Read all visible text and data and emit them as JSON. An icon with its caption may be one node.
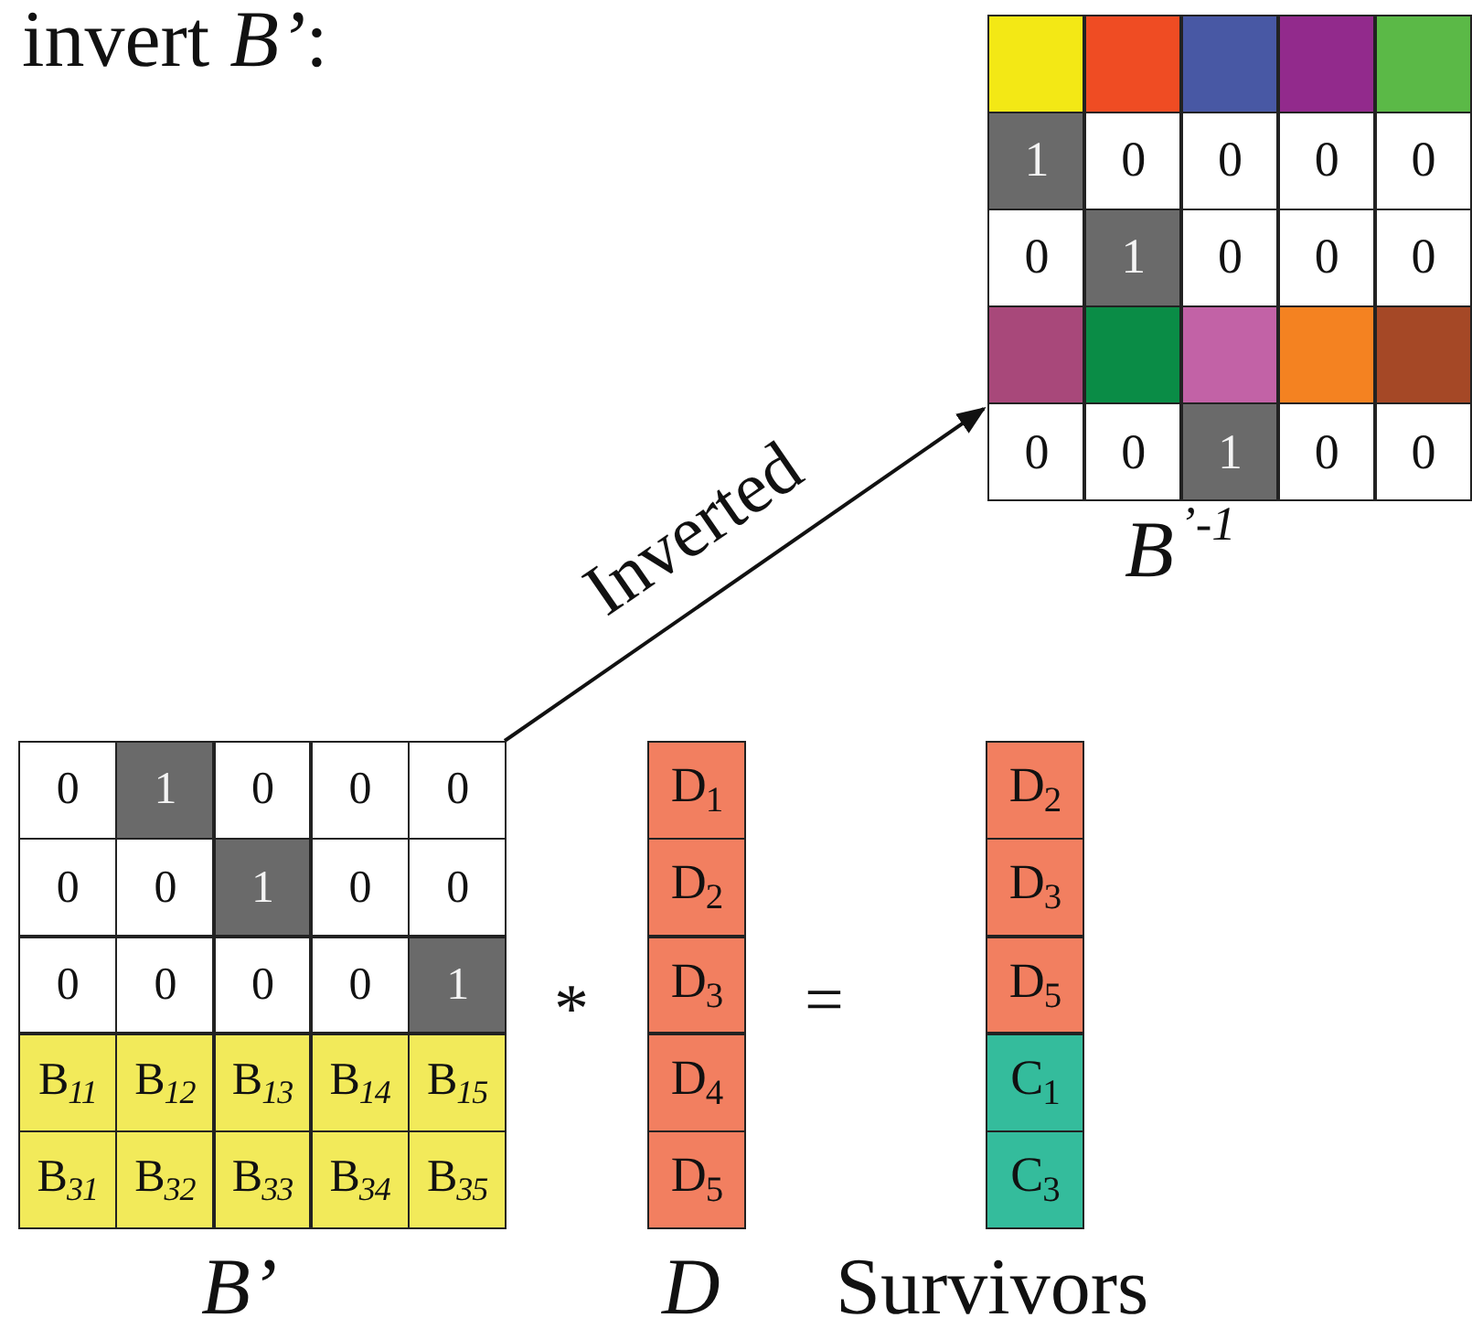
{
  "diagram": {
    "title": "invert *B’*:",
    "nodes": [
      {
        "text": [],
        "shape": "box",
        "beside": [
          "B$^{’-1}$"
        ]
      },
      {
        "text": [],
        "shape": "box",
        "in": 0
      },
      {
        "text": [],
        "shape": "box",
        "in": 0
      },
      {
        "text": [],
        "shape": "box",
        "in": 0
      },
      {
        "text": [],
        "shape": "box",
        "in": 0
      },
      {
        "text": [],
        "shape": "box",
        "in": 0
      },
      {
        "text": [
          "1"
        ],
        "in": 0
      },
      {
        "text": [
          "0"
        ],
        "in": 0
      },
      {
        "text": [
          "0"
        ],
        "in": 0
      },
      {
        "text": [
          "0"
        ],
        "in": 0
      },
      {
        "text": [
          "0"
        ],
        "in": 0
      },
      {
        "text": [
          "0"
        ],
        "in": 0
      },
      {
        "text": [
          "1"
        ],
        "in": 0
      },
      {
        "text": [
          "0"
        ],
        "in": 0
      },
      {
        "text": [
          "0"
        ],
        "in": 0
      },
      {
        "text": [
          "0"
        ],
        "in": 0
      },
      {
        "text": [],
        "shape": "box",
        "in": 0
      },
      {
        "text": [],
        "shape": "box",
        "in": 0
      },
      {
        "text": [],
        "shape": "box",
        "in": 0
      },
      {
        "text": [],
        "shape": "box",
        "in": 0
      },
      {
        "text": [],
        "shape": "box",
        "in": 0
      },
      {
        "text": [
          "0"
        ],
        "in": 0
      },
      {
        "text": [
          "0"
        ],
        "in": 0
      },
      {
        "text": [
          "1"
        ],
        "in": 0
      },
      {
        "text": [
          "0"
        ],
        "in": 0
      },
      {
        "text": [
          "0"
        ],
        "in": 0
      },
      {
        "text": [],
        "shape": "box",
        "beside": [
          "B’"
        ]
      },
      {
        "text": [
          "0"
        ],
        "in": 26
      },
      {
        "text": [
          "1"
        ],
        "in": 26
      },
      {
        "text": [
          "0"
        ],
        "in": 26
      },
      {
        "text": [
          "0"
        ],
        "in": 26
      },
      {
        "text": [
          "0"
        ],
        "in": 26
      },
      {
        "text": [
          "0"
        ],
        "in": 26
      },
      {
        "text": [
          "0"
        ],
        "in": 26
      },
      {
        "text": [
          "1"
        ],
        "in": 26
      },
      {
        "text": [
          "0"
        ],
        "in": 26
      },
      {
        "text": [
          "0"
        ],
        "in": 26
      },
      {
        "text": [
          "0"
        ],
        "in": 26
      },
      {
        "text": [
          "0"
        ],
        "in": 26
      },
      {
        "text": [
          "0"
        ],
        "in": 26
      },
      {
        "text": [
          "0"
        ],
        "in": 26
      },
      {
        "text": [
          "1"
        ],
        "in": 26
      },
      {
        "text": [
          "B$_{11}$"
        ],
        "in": 26
      },
      {
        "text": [
          "B$_{12}$"
        ],
        "in": 26
      },
      {
        "text": [
          "B$_{13}$"
        ],
        "in": 26
      },
      {
        "text": [
          "B$_{14}$"
        ],
        "in": 26
      },
      {
        "text": [
          "B$_{15}$"
        ],
        "in": 26
      },
      {
        "text": [
          "B$_{31}$"
        ],
        "in": 26
      },
      {
        "text": [
          "B$_{32}$"
        ],
        "in": 26
      },
      {
        "text": [
          "B$_{33}$"
        ],
        "in": 26
      },
      {
        "text": [
          "B$_{34}$"
        ],
        "in": 26
      },
      {
        "text": [
          "B$_{35}$"
        ],
        "in": 26
      },
      {
        "text": [],
        "shape": "box",
        "beside": [
          "D"
        ]
      },
      {
        "text": [
          "D$_{1}$"
        ],
        "in": 52
      },
      {
        "text": [
          "D$_{2}$"
        ],
        "in": 52
      },
      {
        "text": [
          "D$_{3}$"
        ],
        "in": 52
      },
      {
        "text": [
          "D$_{4}$"
        ],
        "in": 52
      },
      {
        "text": [
          "D$_{5}$"
        ],
        "in": 52
      },
      {
        "text": [],
        "shape": "box",
        "beside": [
          "Survivors"
        ]
      },
      {
        "text": [
          "D$_{2}$"
        ],
        "in": 58
      },
      {
        "text": [
          "D$_{3}$"
        ],
        "in": 58
      },
      {
        "text": [
          "D$_{5}$"
        ],
        "in": 58
      },
      {
        "text": [
          "C$_{1}$"
        ],
        "in": 58
      },
      {
        "text": [
          "C$_{3}$"
        ],
        "in": 58
      }
    ],
    "edges": [
      {
        "from": 26,
        "to": 0,
        "arrow": "to",
        "label": "Inverted"
      }
    ],
    "labels": [
      "*",
      "="
    ]
  }
}
